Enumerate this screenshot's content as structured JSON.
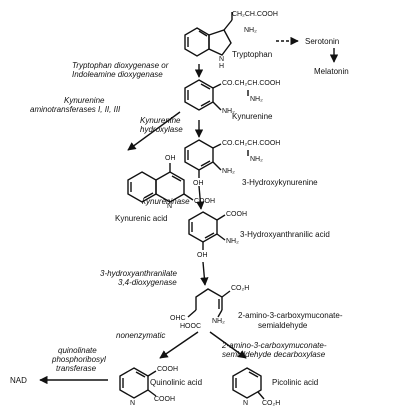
{
  "compounds": {
    "tryptophan": "Tryptophan",
    "serotonin": "Serotonin",
    "melatonin": "Melatonin",
    "kynurenine": "Kynurenine",
    "hydroxykynurenine": "3-Hydroxykynurenine",
    "kynurenic_acid": "Kynurenic acid",
    "hydroxyanthranilic_acid": "3-Hydroxyanthranilic acid",
    "acms_line1": "2-amino-3-carboxymuconate-",
    "acms_line2": "semialdehyde",
    "quinolinic_acid": "Quinolinic acid",
    "picolinic_acid": "Picolinic acid",
    "nad": "NAD"
  },
  "enzymes": {
    "tdo_line1": "Tryptophan dioxygenase or",
    "tdo_line2": "Indoleamine dioxygenase",
    "kat_line1": "Kynurenine",
    "kat_line2": "aminotransferases I, II, III",
    "kmo_line1": "Kynurenine",
    "kmo_line2": "hydroxylase",
    "kynureninase": "kynureninase",
    "haao_line1": "3-hydroxyanthranilate",
    "haao_line2": "3,4-dioxygenase",
    "nonenzymatic": "nonenzymatic",
    "acmsd_line1": "2-amino-3-carboxymuconate-",
    "acmsd_line2": "semialdehyde decarboxylase",
    "qprt_line1": "quinolinate",
    "qprt_line2": "phosphoribosyl",
    "qprt_line3": "transferase"
  },
  "groups": {
    "trp_sidechain": "CH₂CH.COOH",
    "trp_nh2": "NH₂",
    "trp_nh": "N",
    "trp_h": "H",
    "kyn_sidechain": "CO.CH₂CH.COOH",
    "kyn_nh2_side": "NH₂",
    "kyn_nh2_ring": "NH₂",
    "hk_sidechain": "CO.CH₂CH.COOH",
    "hk_nh2_side": "NH₂",
    "hk_nh2_ring": "NH₂",
    "hk_oh": "OH",
    "ka_oh": "OH",
    "ka_cooh": "COOH",
    "ka_n": "N",
    "haa_cooh": "COOH",
    "haa_nh2": "NH₂",
    "haa_oh": "OH",
    "acms_co2h": "CO₂H",
    "acms_cho": "OHC",
    "acms_hooc": "HOOC",
    "acms_nh2": "NH₂",
    "qa_cooh1": "COOH",
    "qa_cooh2": "COOH",
    "qa_n": "N",
    "pa_n": "N",
    "pa_co2h": "CO₂H"
  }
}
